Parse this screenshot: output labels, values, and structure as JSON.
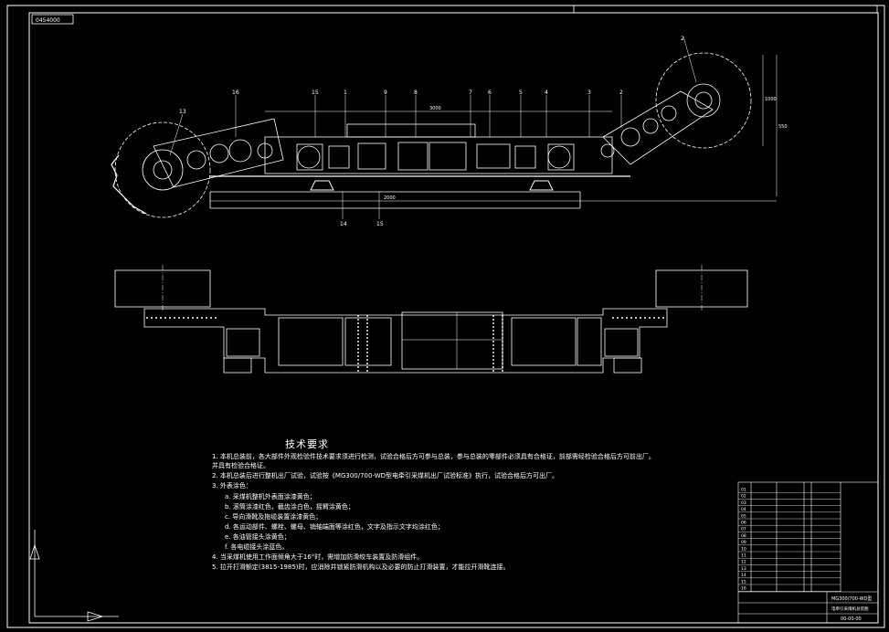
{
  "drawing": {
    "corner_tag": "0454000",
    "callouts": [
      "2",
      "16",
      "15",
      "9",
      "8",
      "7",
      "6",
      "5",
      "4",
      "3",
      "2",
      "1",
      "14",
      "15",
      "13"
    ],
    "dims": [
      "3000",
      "2000",
      "550",
      "1000"
    ]
  },
  "tech_requirements": {
    "title": "技术要求",
    "lines": [
      "1. 本机总装前，各大部件外观检验件技术要求须进行检测，试验合格后方可参与总装，参与总装的零部件必须具有合格证，前部需经检验合格后方可前出厂。",
      "并具有检验合格证。",
      "2. 本机总装后进行整机出厂试验，试验按《MG300/700-WD型电牵引采煤机出厂试验标准》执行，试验合格后方可出厂。",
      "3. 外表涂色：",
      "a. 采煤机整机外表面涂漆黄色；",
      "b. 滚筒涂漆红色，截齿涂白色，摇臂涂黄色；",
      "c. 导向滑靴及拖缆装置涂漆黄色；",
      "d. 各运动部件、螺栓、螺母、销轴端面等涂红色，文字及指示文字均涂红色；",
      "e. 各油管接头涂黄色；",
      "f. 各电缆接头涂蓝色。",
      "4. 当采煤机使用工作面倾角大于16°时，需增加防滑绞车装置及防滑组件。",
      "5. 拉开打滑额定(3815-1985)时，应消除并锁紧防滑机构以及必要的防止打滑装置，才能拉开滑靴连接。"
    ]
  },
  "title_block": {
    "rows": [
      "01",
      "02",
      "03",
      "04",
      "05",
      "06",
      "07",
      "08",
      "09",
      "10",
      "11",
      "12",
      "13",
      "14",
      "15",
      "16"
    ],
    "name": "MG300/700-WD型",
    "subtitle": "电牵引采煤机总装图",
    "sheet_no": "00-00-00"
  },
  "colors": {
    "background": "#000000",
    "line": "#ffffff",
    "accent": "#d0d0d0"
  }
}
